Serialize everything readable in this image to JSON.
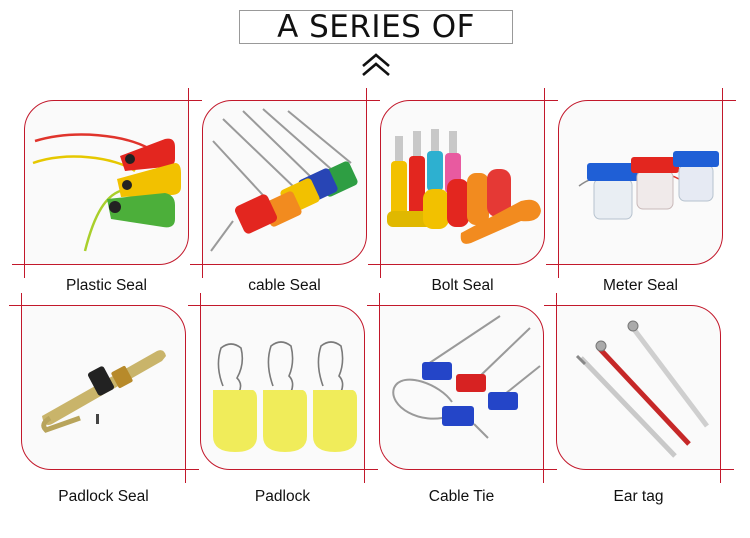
{
  "header": {
    "title": "A SERIES OF"
  },
  "colors": {
    "accent": "#c2182b"
  },
  "products": [
    {
      "label": "Plastic Seal"
    },
    {
      "label": "cable Seal"
    },
    {
      "label": "Bolt Seal"
    },
    {
      "label": "Meter Seal"
    },
    {
      "label": "Padlock Seal"
    },
    {
      "label": "Padlock"
    },
    {
      "label": "Cable Tie"
    },
    {
      "label": "Ear tag"
    }
  ]
}
